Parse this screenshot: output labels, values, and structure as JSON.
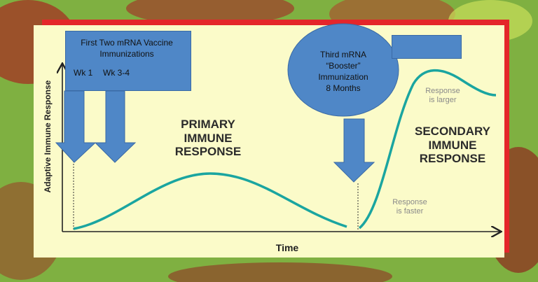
{
  "axes": {
    "y_label": "Adaptive Immune Response",
    "x_label": "Time"
  },
  "first_immunizations": {
    "title": "First Two mRNA Vaccine Immunizations",
    "week1": "Wk 1",
    "week34": "Wk 3-4"
  },
  "booster": {
    "line1": "Third mRNA",
    "line2": "“Booster”",
    "line3": "Immunization",
    "line4": "8 Months"
  },
  "primary": {
    "line1": "PRIMARY",
    "line2": "IMMUNE",
    "line3": "RESPONSE"
  },
  "secondary": {
    "line1": "SECONDARY",
    "line2": "IMMUNE",
    "line3": "RESPONSE"
  },
  "notes": {
    "larger_line1": "Response",
    "larger_line2": "is larger",
    "faster_line1": "Response",
    "faster_line2": "is faster"
  },
  "colors": {
    "curve": "#1aa5a0",
    "arrow": "#4f87c7",
    "panel": "#fbfbc9",
    "frame": "#e4262a"
  }
}
